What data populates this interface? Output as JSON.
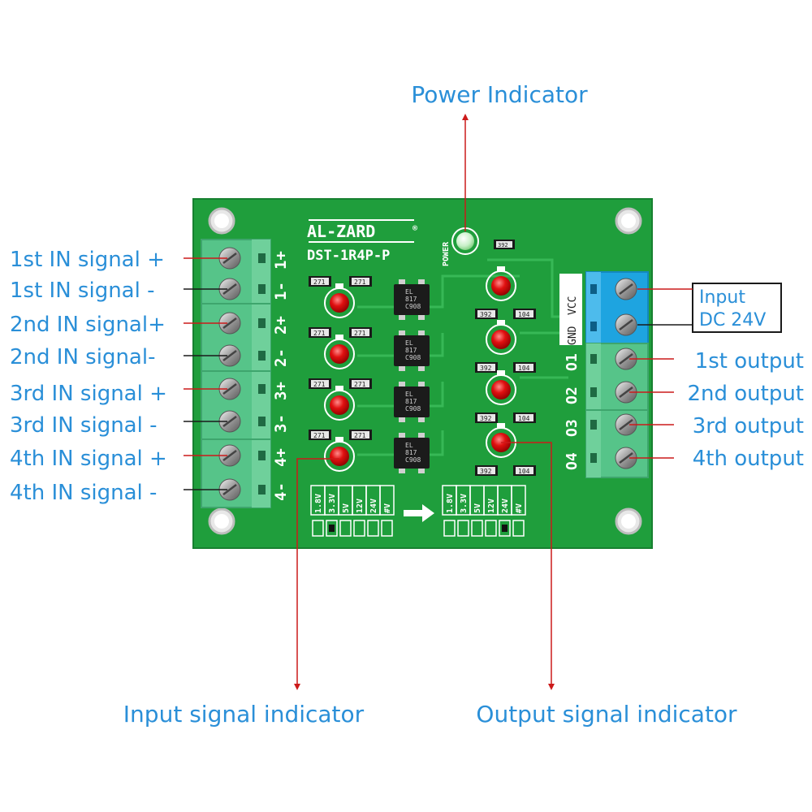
{
  "board": {
    "brand": "AL-ZARD",
    "registered_mark": "®",
    "model": "DST-1R4P-P",
    "power_silk": "POWER",
    "input_pins": [
      "1+",
      "1-",
      "2+",
      "2-",
      "3+",
      "3-",
      "4+",
      "4-"
    ],
    "output_pins": [
      "O1",
      "O2",
      "O3",
      "O4"
    ],
    "power_pins": [
      "VCC",
      "GND"
    ],
    "voltage_options_in": [
      "1.8V",
      "3.3V",
      "5V",
      "12V",
      "24V",
      "#V"
    ],
    "voltage_options_out": [
      "1.8V",
      "3.3V",
      "5V",
      "12V",
      "24V",
      "#V"
    ],
    "input_selected_index": 1,
    "output_selected_index": 4,
    "optocoupler_label": [
      "EL",
      "817",
      "C908"
    ],
    "input_resistor_codes": [
      "271",
      "271"
    ],
    "output_resistor_codes": [
      "392",
      "104"
    ],
    "power_resistor_code": "392",
    "colors": {
      "pcb": "#1f9e3c",
      "terminal_green": "#56c489",
      "terminal_blue": "#1ea4e0",
      "led_red": "#e01010",
      "callout_text": "#2a8fd8",
      "arrow_red": "#cc1a1a"
    }
  },
  "labels": {
    "power_indicator": "Power Indicator",
    "input_signal_indicator": "Input signal indicator",
    "output_signal_indicator": "Output signal indicator",
    "input_dc_line1": "Input",
    "input_dc_line2": "DC 24V",
    "inputs": [
      "1st IN signal +",
      "1st IN signal -",
      "2nd IN signal+",
      "2nd IN signal-",
      "3rd IN signal +",
      "3rd IN signal -",
      "4th IN signal +",
      "4th IN signal -"
    ],
    "outputs": [
      "1st output",
      "2nd output",
      "3rd output",
      "4th output"
    ]
  }
}
